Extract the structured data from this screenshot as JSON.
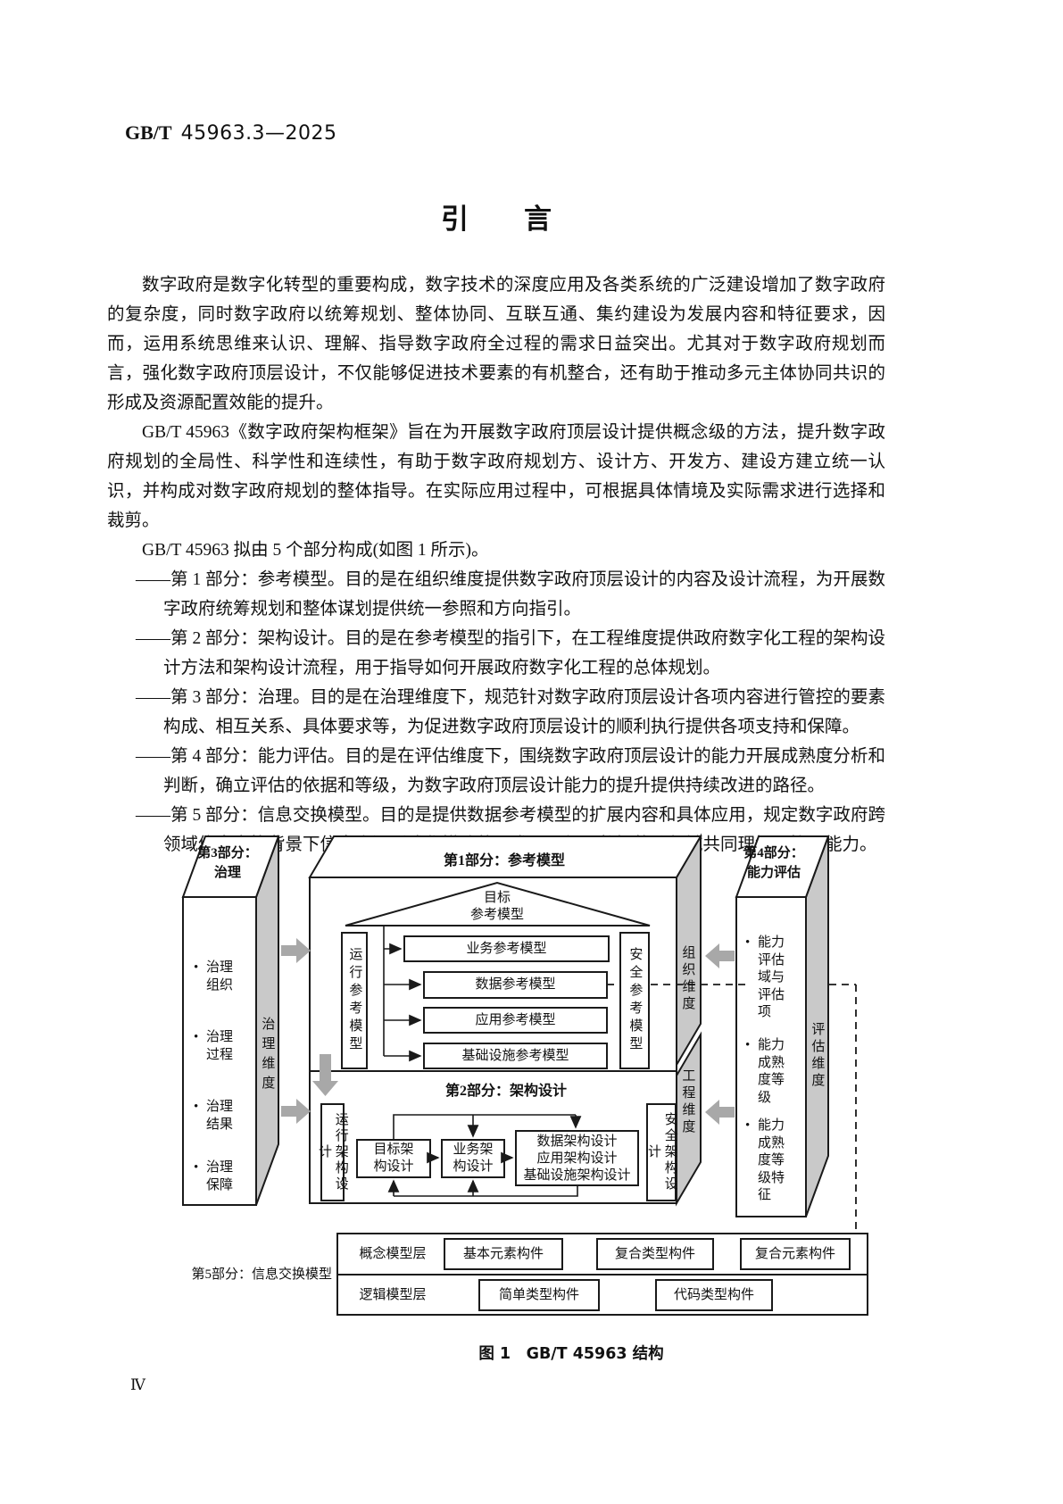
{
  "header": {
    "code": "GB/T",
    "number": "45963.3—2025"
  },
  "page": {
    "title": "引　　言",
    "page_number": "Ⅳ"
  },
  "intro": {
    "paragraphs": [
      "数字政府是数字化转型的重要构成，数字技术的深度应用及各类系统的广泛建设增加了数字政府的复杂度，同时数字政府以统筹规划、整体协同、互联互通、集约建设为发展内容和特征要求，因而，运用系统思维来认识、理解、指导数字政府全过程的需求日益突出。尤其对于数字政府规划而言，强化数字政府顶层设计，不仅能够促进技术要素的有机整合，还有助于推动多元主体协同共识的形成及资源配置效能的提升。",
      "GB/T 45963《数字政府架构框架》旨在为开展数字政府顶层设计提供概念级的方法，提升数字政府规划的全局性、科学性和连续性，有助于数字政府规划方、设计方、开发方、建设方建立统一认识，并构成对数字政府规划的整体指导。在实际应用过程中，可根据具体情境及实际需求进行选择和裁剪。",
      "GB/T 45963 拟由 5 个部分构成(如图 1 所示)。"
    ],
    "parts": [
      "——第 1 部分：参考模型。目的是在组织维度提供数字政府顶层设计的内容及设计流程，为开展数字政府统筹规划和整体谋划提供统一参照和方向指引。",
      "——第 2 部分：架构设计。目的是在参考模型的指引下，在工程维度提供政府数字化工程的架构设计方法和架构设计流程，用于指导如何开展政府数字化工程的总体规划。",
      "——第 3 部分：治理。目的是在治理维度下，规范针对数字政府顶层设计各项内容进行管控的要素构成、相互关系、具体要求等，为促进数字政府顶层设计的顺利执行提供各项支持和保障。",
      "——第 4 部分：能力评估。目的是在评估维度下，围绕数字政府顶层设计的能力开展成熟度分析和判断，确立评估的依据和等级，为数字政府顶层设计能力的提升提供持续改进的路径。",
      "——第 5 部分：信息交换模型。目的是提供数据参考模型的扩展内容和具体应用，规定数字政府跨领域信息交换背景下信息资源形式化描述的要求，以促进数据的跨领域共同理解及协同能力。"
    ]
  },
  "figure": {
    "caption": "图 1　GB/T 45963 结构",
    "bullet": "•",
    "part3": {
      "title1": "第3部分：",
      "title2": "治理",
      "items": [
        "治理组织",
        "治理过程",
        "治理结果",
        "治理保障"
      ],
      "dimension": "治理维度"
    },
    "part1": {
      "title": "第1部分：参考模型",
      "roof1": "目标",
      "roof2": "参考模型",
      "left_box": "运行参考模型",
      "right_box": "安全参考模型",
      "models": [
        "业务参考模型",
        "数据参考模型",
        "应用参考模型",
        "基础设施参考模型"
      ],
      "dimension": "组织维度"
    },
    "part2": {
      "title": "第2部分：架构设计",
      "left_box": "运行架构设计",
      "right_box": "安全架构设计",
      "goal_box": "目标架构设计",
      "business_box": "业务架构设计",
      "stack": [
        "数据架构设计",
        "应用架构设计",
        "基础设施架构设计"
      ],
      "dimension": "工程维度"
    },
    "part4": {
      "title1": "第4部分：",
      "title2": "能力评估",
      "items": [
        "能力评估域与评估项",
        "能力成熟度等级",
        "能力成熟度等级特征"
      ],
      "dimension": "评估维度"
    },
    "part5": {
      "label": "第5部分：信息交换模型",
      "layers": [
        "概念模型层",
        "逻辑模型层"
      ],
      "row1": [
        "基本元素构件",
        "复合类型构件",
        "复合元素构件"
      ],
      "row2": [
        "简单类型构件",
        "代码类型构件"
      ]
    }
  },
  "colors": {
    "side_face": "#c9c9c9",
    "gray_arrow": "#a8a8a8",
    "line": "#1a1a1a",
    "background": "#ffffff"
  }
}
